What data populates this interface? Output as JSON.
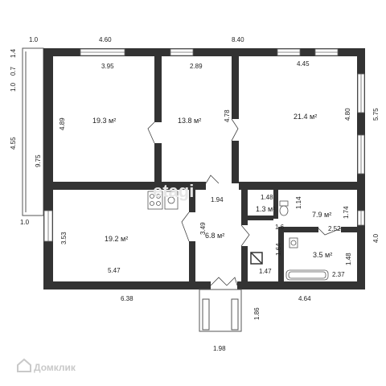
{
  "rooms": {
    "room1": "19.3 м²",
    "room2": "13.8 м²",
    "room3": "21.4 м²",
    "room4": "19.2 м²",
    "hall": "6.8 м²",
    "wc": "1.3 м²",
    "kitchen": "7.9 м²",
    "bath": "3.5 м²"
  },
  "dims": {
    "d_1_0_top": "1.0",
    "d_4_60": "4.60",
    "d_8_40": "8.40",
    "d_1_4": "1.4",
    "d_0_7": "0.7",
    "d_1_0_side": "1.0",
    "d_4_55": "4.55",
    "d_9_75": "9.75",
    "d_1_0_bottom": "1.0",
    "d_3_95": "3.95",
    "d_4_89": "4.89",
    "d_2_89": "2.89",
    "d_4_78": "4.78",
    "d_4_45": "4.45",
    "d_4_80": "4.80",
    "d_5_75": "5.75",
    "d_1_94": "1.94",
    "d_1_48": "1.48",
    "d_1_14": "1.14",
    "d_1_6": "1.6",
    "d_1_74": "1.74",
    "d_2_52": "2.52",
    "d_4_0": "4.0",
    "d_3_53": "3.53",
    "d_3_49": "3.49",
    "d_5_47": "5.47",
    "d_1_64": "1.64",
    "d_1_48b": "1.48",
    "d_1_47": "1.47",
    "d_2_37": "2.37",
    "d_6_38": "6.38",
    "d_4_64": "4.64",
    "d_1_86": "1.86",
    "d_1_98": "1.98"
  },
  "watermark": "etagi",
  "brand": "Домклик"
}
